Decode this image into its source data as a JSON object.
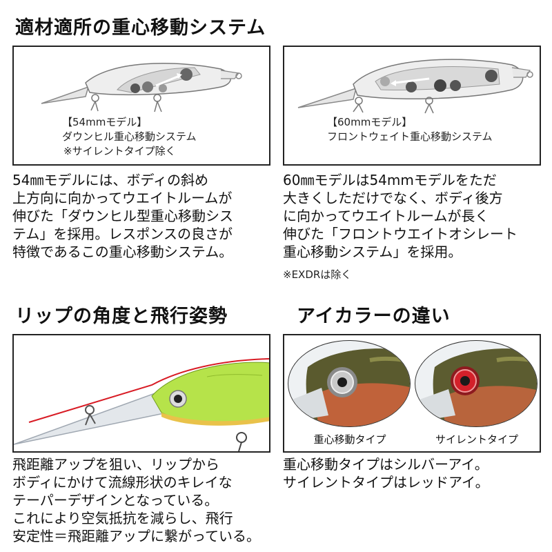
{
  "sections": {
    "weight_system": {
      "title": "適材適所の重心移動システム",
      "left": {
        "model_label": "【54mmモデル】",
        "system_label": "ダウンヒル重心移動システム",
        "note_label": "※サイレントタイプ除く",
        "description": [
          "54㎜モデルには、ボディの斜め",
          "上方向に向かってウエイトルームが",
          "伸びた「ダウンヒル型重心移動シス",
          "テム」を採用。レスポンスの良さが",
          "特徴であるこの重心移動システム。"
        ]
      },
      "right": {
        "model_label": "【60mmモデル】",
        "system_label": "フロントウェイト重心移動システム",
        "description": [
          "60㎜モデルは54mmモデルをただ",
          "大きくしただけでなく、ボディ後方",
          "に向かってウエイトルームが長く",
          "伸びた「フロントウエイトオシレート",
          "重心移動システム」を採用。"
        ],
        "footnote": "※EXDRは除く"
      }
    },
    "lip_angle": {
      "title": "リップの角度と飛行姿勢",
      "description": [
        "飛距離アップを狙い、リップから",
        "ボディにかけて流線形状のキレイな",
        "テーパーデザインとなっている。",
        "これにより空気抵抗を減らし、飛行",
        "安定性＝飛距離アップに繋がっている。"
      ]
    },
    "eye_color": {
      "title": "アイカラーの違い",
      "left_caption": "重心移動タイプ",
      "right_caption": "サイレントタイプ",
      "description": [
        "重心移動タイプはシルバーアイ。",
        "サイレントタイプはレッドアイ。"
      ]
    }
  },
  "colors": {
    "frame_border": "#222222",
    "red_line": "#d81b24",
    "lure_green": "#b6e34a",
    "silver_eye": "#c9c9c9",
    "red_eye": "#d3202a"
  }
}
